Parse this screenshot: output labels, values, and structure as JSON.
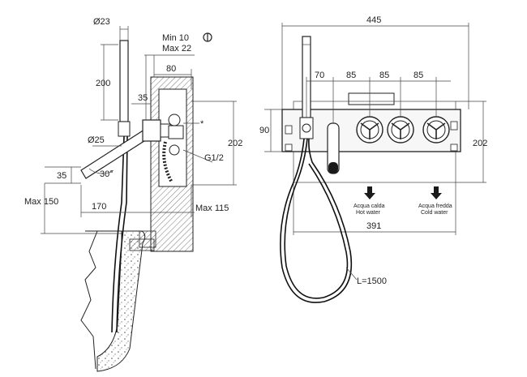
{
  "colors": {
    "ink": "#222222",
    "fill_light": "#f7f7f7",
    "fill_dark": "#1a1a1a",
    "hatch": "#777777"
  },
  "side_view": {
    "d_handshower": "Ø23",
    "min_label": "Min 10",
    "max_label": "Max 22",
    "dim_80": "80",
    "dim_200": "200",
    "dim_35_top": "35",
    "star": "*",
    "d_spout": "Ø25",
    "angle": "30°",
    "dim_35_left": "35",
    "dim_202": "202",
    "thread": "G1/2",
    "max_150": "Max 150",
    "dim_170": "170",
    "max_115": "Max 115"
  },
  "front_view": {
    "dim_445": "445",
    "dim_70": "70",
    "dim_85_a": "85",
    "dim_85_b": "85",
    "dim_85_c": "85",
    "dim_90": "90",
    "dim_202": "202",
    "hot_it": "Acqua calda",
    "hot_en": "Hot water",
    "cold_it": "Acqua fredda",
    "cold_en": "Cold water",
    "dim_391": "391",
    "hose_length": "L=1500"
  }
}
